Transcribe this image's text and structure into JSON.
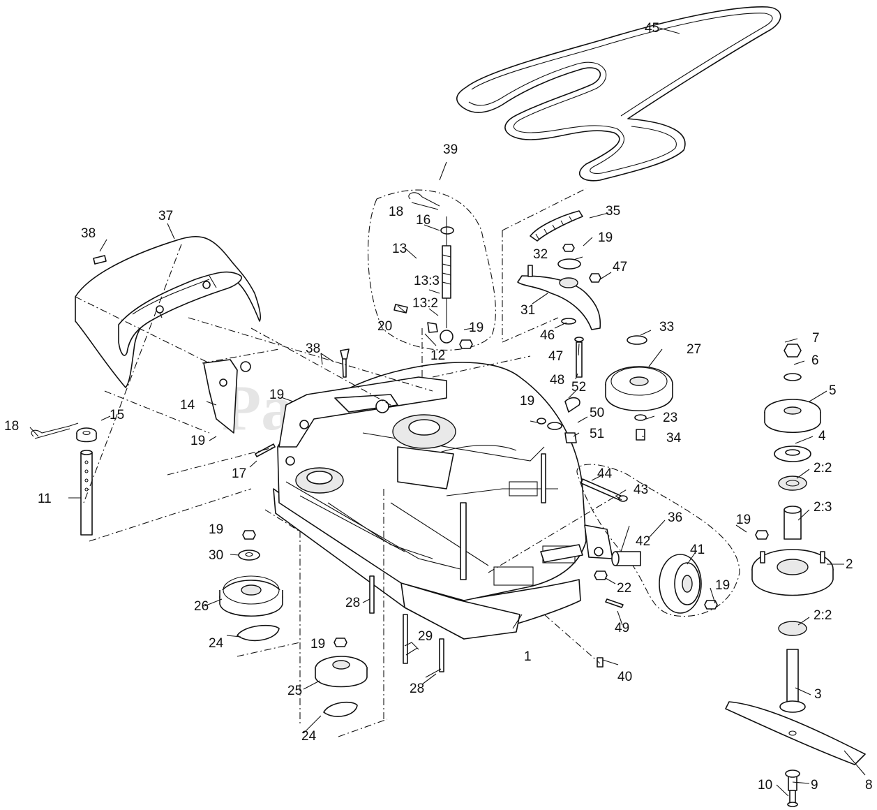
{
  "watermark": {
    "text": "PartsTree",
    "trademark": "™"
  },
  "callouts": {
    "c1": "1",
    "c2": "2",
    "c2_2a": "2:2",
    "c2_3": "2:3",
    "c2_2b": "2:2",
    "c3": "3",
    "c4": "4",
    "c5": "5",
    "c6": "6",
    "c7": "7",
    "c8": "8",
    "c9": "9",
    "c10": "10",
    "c11": "11",
    "c12": "12",
    "c13": "13",
    "c13_3": "13:3",
    "c13_2": "13:2",
    "c14": "14",
    "c15": "15",
    "c16": "16",
    "c17": "17",
    "c18a": "18",
    "c18b": "18",
    "c19a": "19",
    "c19b": "19",
    "c19c": "19",
    "c19d": "19",
    "c19e": "19",
    "c19f": "19",
    "c19g": "19",
    "c19h": "19",
    "c19i": "19",
    "c20": "20",
    "c22": "22",
    "c23": "23",
    "c24a": "24",
    "c24b": "24",
    "c25": "25",
    "c26": "26",
    "c27": "27",
    "c28a": "28",
    "c28b": "28",
    "c29": "29",
    "c30": "30",
    "c31": "31",
    "c32": "32",
    "c33": "33",
    "c34": "34",
    "c35": "35",
    "c36": "36",
    "c37": "37",
    "c38a": "38",
    "c38b": "38",
    "c39": "39",
    "c40": "40",
    "c41": "41",
    "c42": "42",
    "c43": "43",
    "c44": "44",
    "c45": "45",
    "c46": "46",
    "c47a": "47",
    "c47b": "47",
    "c48": "48",
    "c49": "49",
    "c50": "50",
    "c51": "51",
    "c52": "52"
  }
}
